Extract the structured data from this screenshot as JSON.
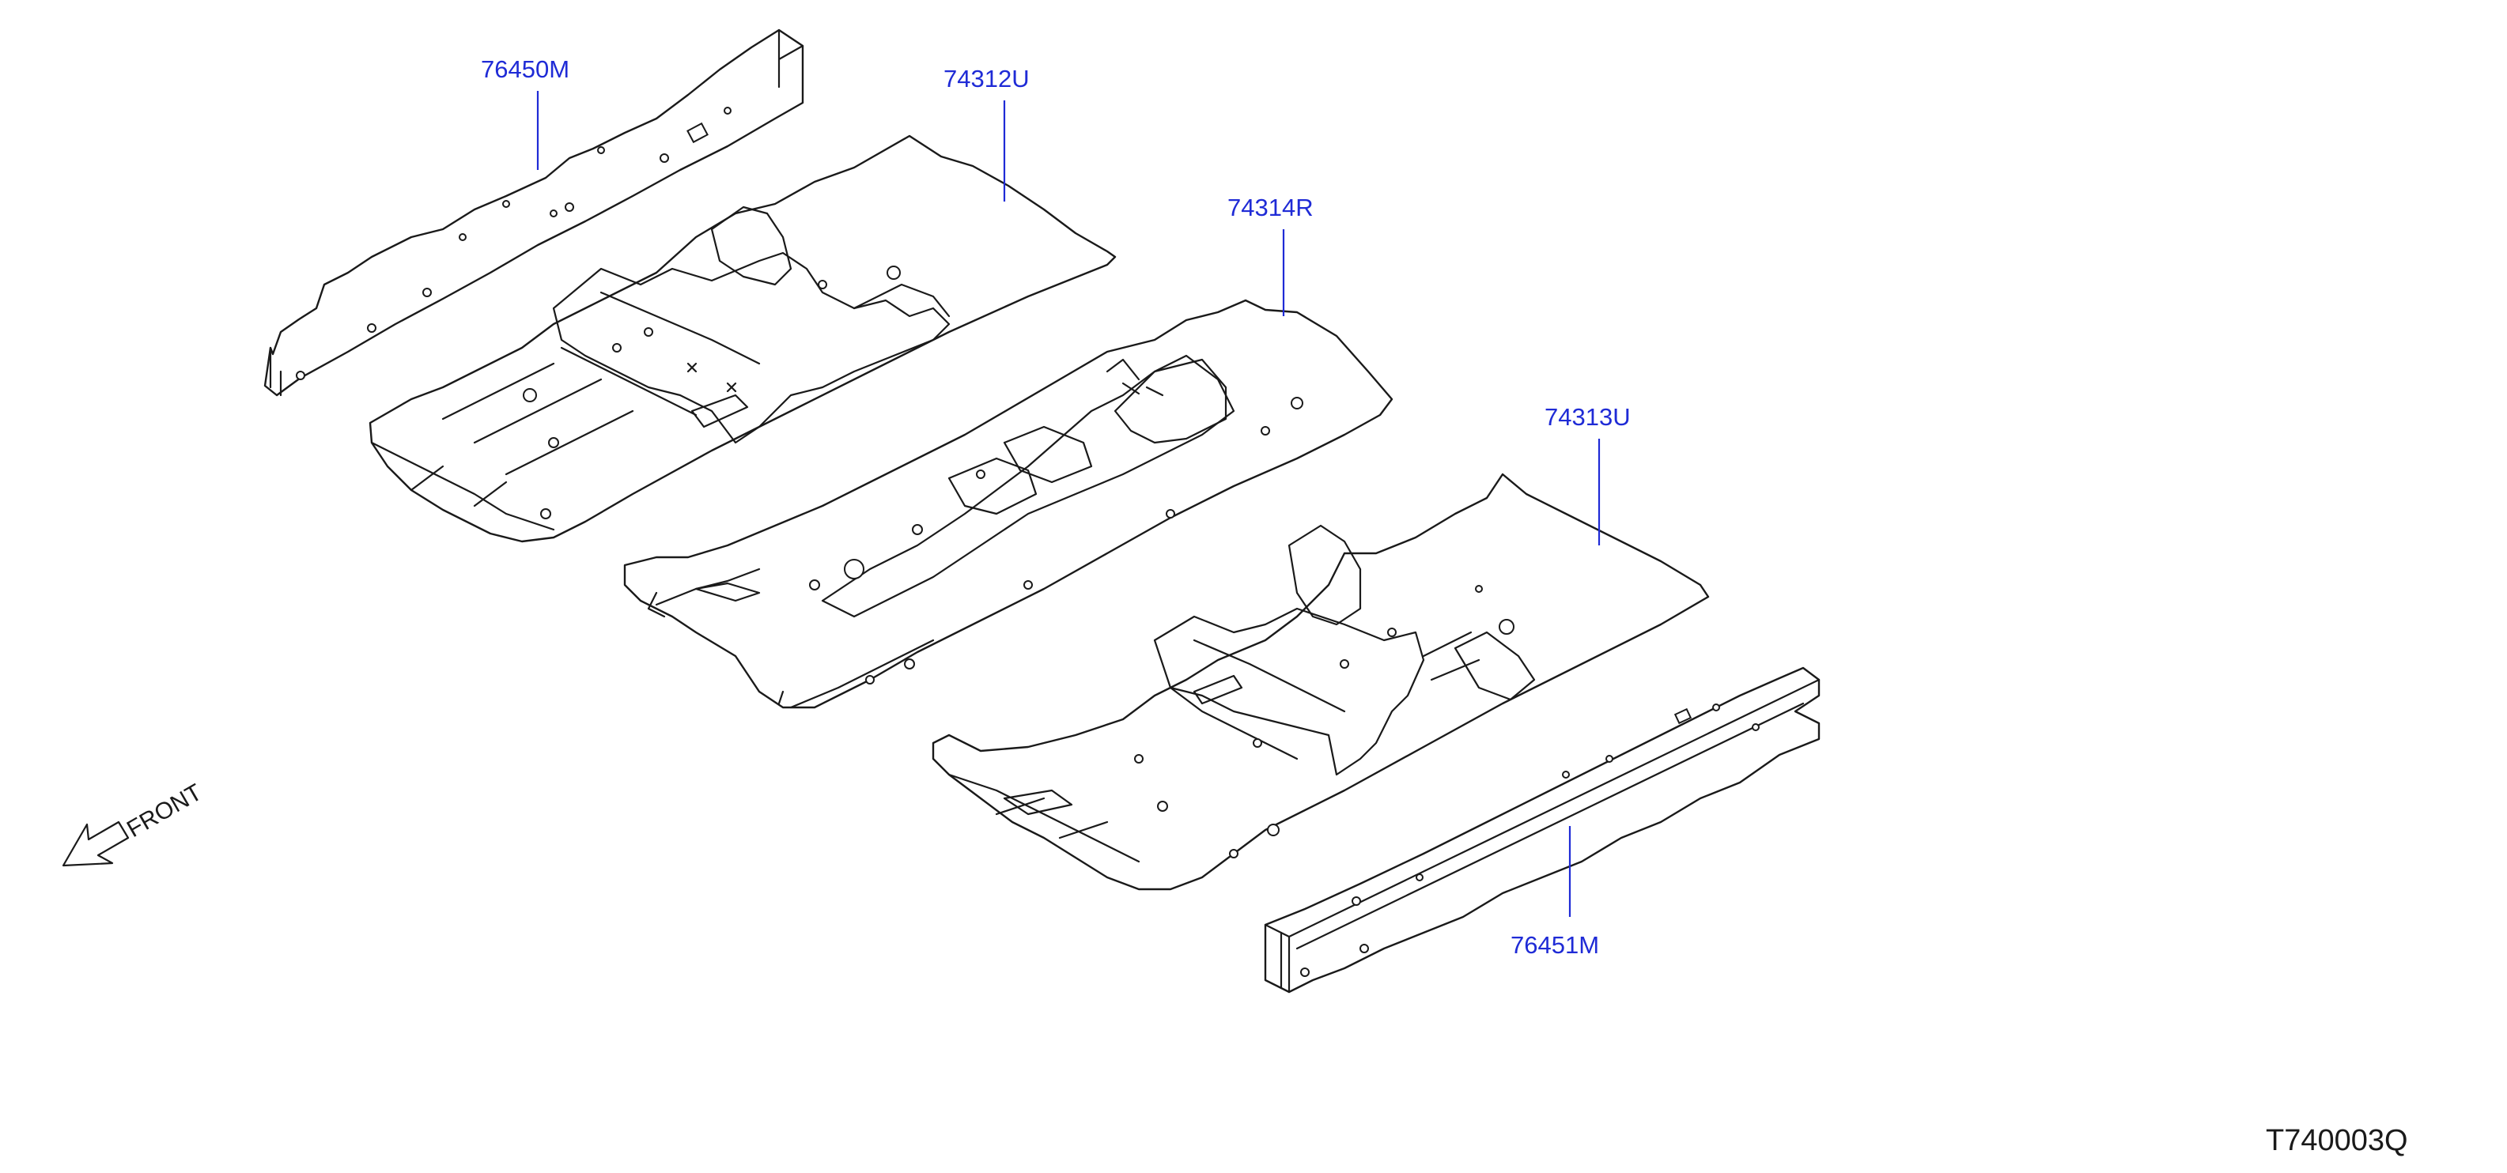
{
  "diagram": {
    "parts": [
      {
        "id": "rail-left",
        "part_number": "76450M"
      },
      {
        "id": "floor-front",
        "part_number": "74312U"
      },
      {
        "id": "floor-center",
        "part_number": "74314R"
      },
      {
        "id": "floor-rear",
        "part_number": "74313U"
      },
      {
        "id": "rail-right",
        "part_number": "76451M"
      }
    ],
    "direction_label": "FRONT",
    "diagram_id": "T740003Q",
    "colors": {
      "callout": "#1f2bd6",
      "line": "#1a1a1a",
      "background": "#ffffff"
    }
  }
}
